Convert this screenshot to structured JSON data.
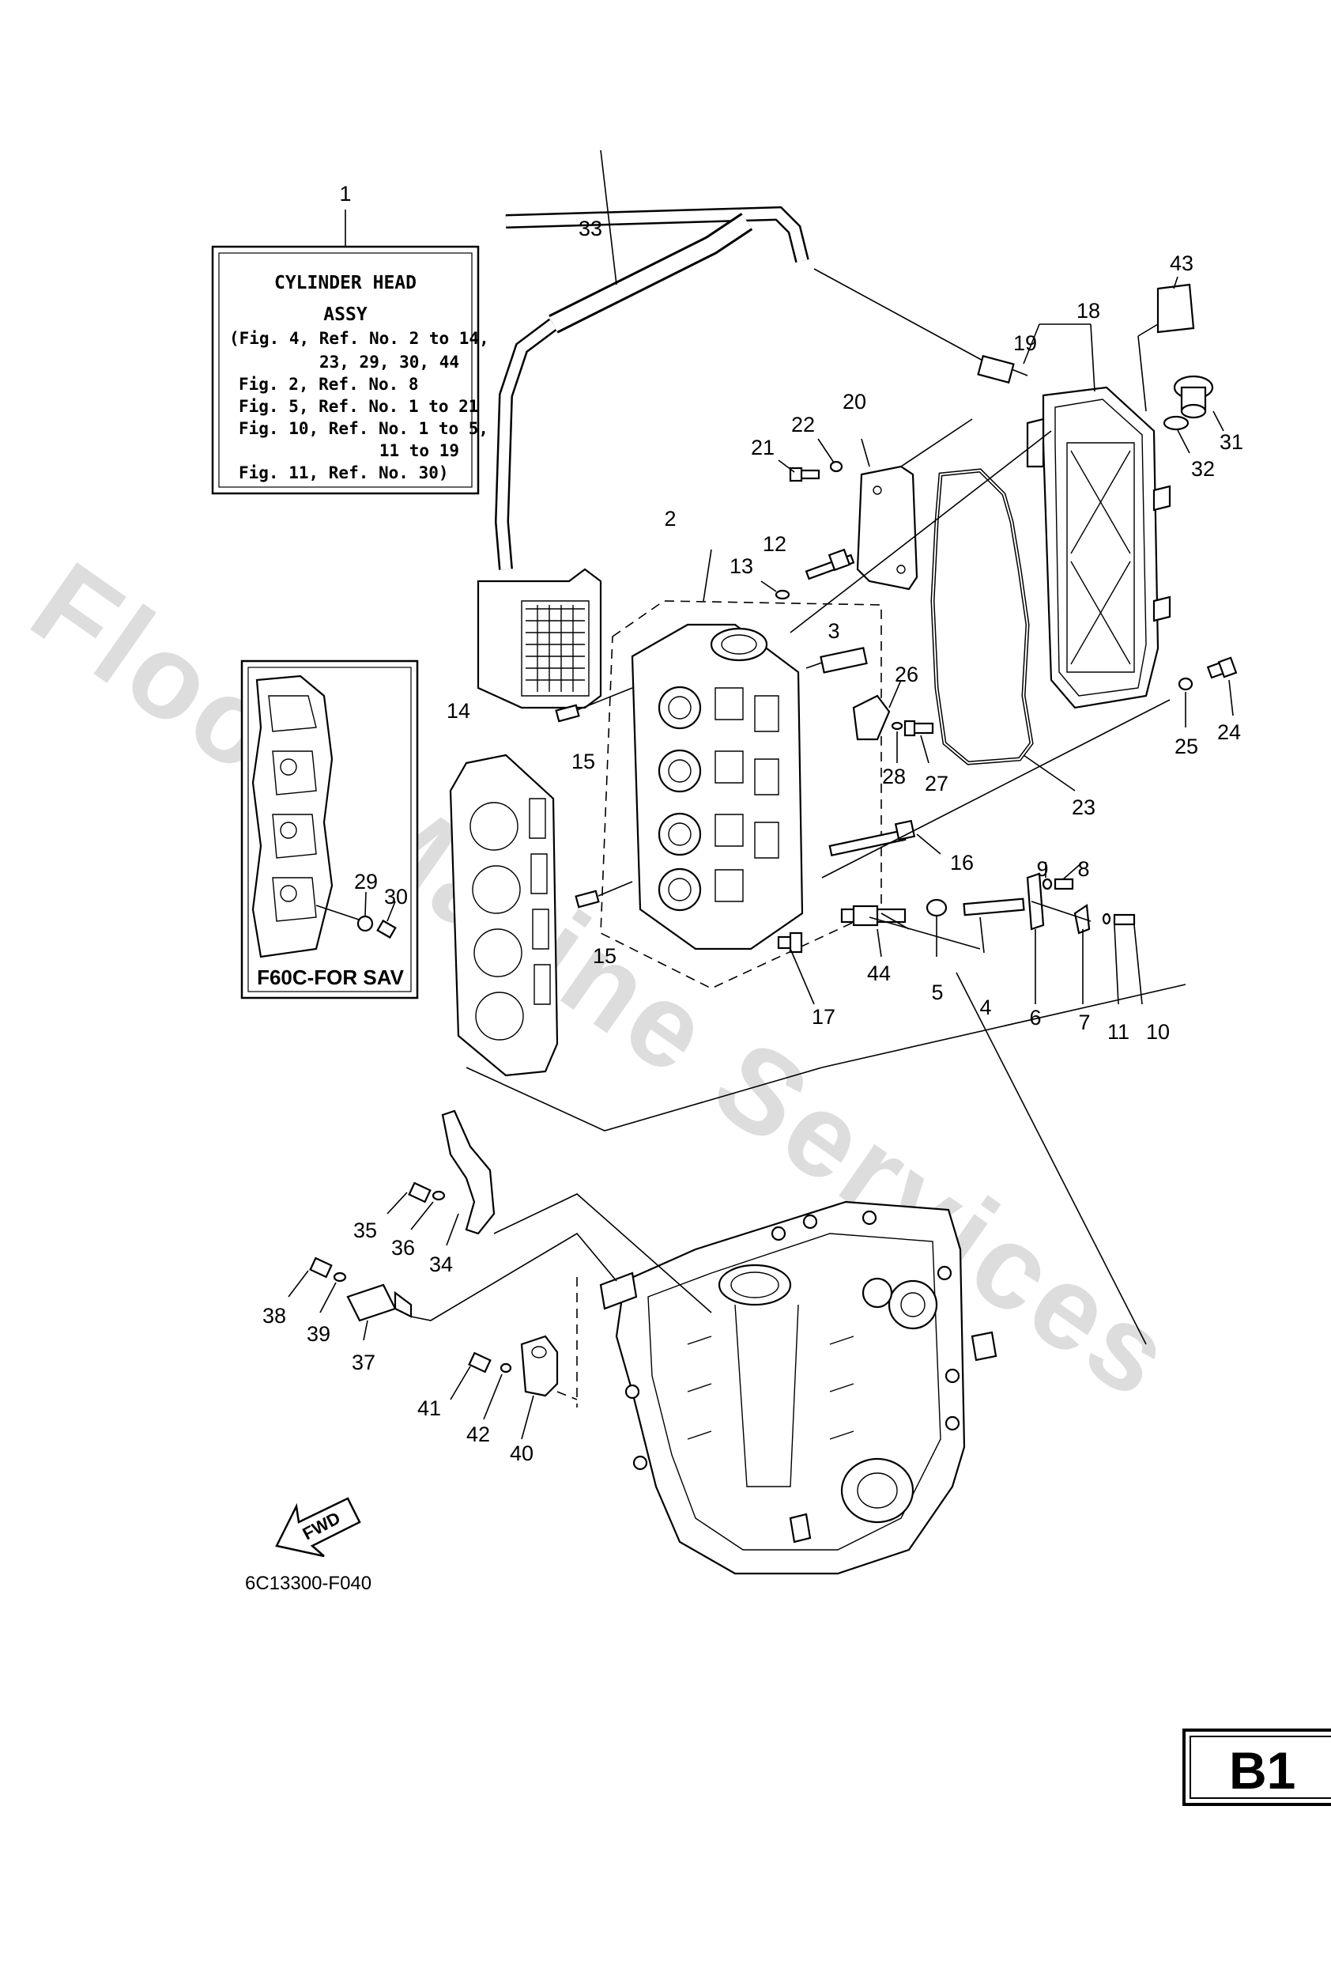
{
  "watermark": "Flood Marine Services",
  "info_box": {
    "title_line1": "CYLINDER HEAD",
    "title_line2": "ASSY",
    "lines": [
      "(Fig. 4, Ref. No. 2 to 14,",
      "23, 29, 30, 44",
      "Fig. 2, Ref. No. 8",
      "Fig. 5, Ref. No. 1 to 21",
      "Fig. 10, Ref. No. 1 to 5,",
      "11 to 19",
      "Fig. 11, Ref. No. 30)"
    ]
  },
  "inset_label": "F60C-FOR SAV",
  "callouts": {
    "c1": "1",
    "c2": "2",
    "c3": "3",
    "c4": "4",
    "c5": "5",
    "c6": "6",
    "c7": "7",
    "c8": "8",
    "c9": "9",
    "c10": "10",
    "c11": "11",
    "c12": "12",
    "c13": "13",
    "c14": "14",
    "c15a": "15",
    "c15b": "15",
    "c16": "16",
    "c17": "17",
    "c18": "18",
    "c19": "19",
    "c20": "20",
    "c21": "21",
    "c22": "22",
    "c23": "23",
    "c24": "24",
    "c25": "25",
    "c26": "26",
    "c27": "27",
    "c28": "28",
    "c29": "29",
    "c30": "30",
    "c31": "31",
    "c32": "32",
    "c33": "33",
    "c34": "34",
    "c35": "35",
    "c36": "36",
    "c37": "37",
    "c38": "38",
    "c39": "39",
    "c40": "40",
    "c41": "41",
    "c42": "42",
    "c43": "43",
    "c44": "44"
  },
  "fwd_label": "FWD",
  "figure_ref": "6C13300-F040",
  "page_code": "B1"
}
